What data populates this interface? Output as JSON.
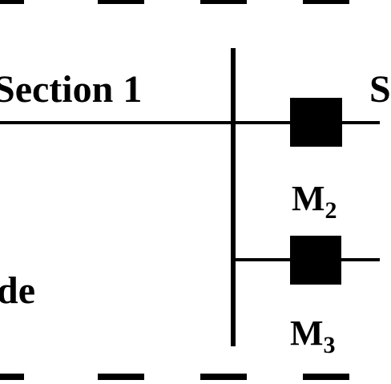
{
  "diagram": {
    "labels": {
      "section": "Section 1",
      "mode_fragment": "de",
      "right_edge_fragment": "S"
    },
    "meters": [
      {
        "letter": "M",
        "index": "2"
      },
      {
        "letter": "M",
        "index": "3"
      }
    ],
    "colors": {
      "ink": "#000000",
      "background": "#ffffff"
    }
  }
}
